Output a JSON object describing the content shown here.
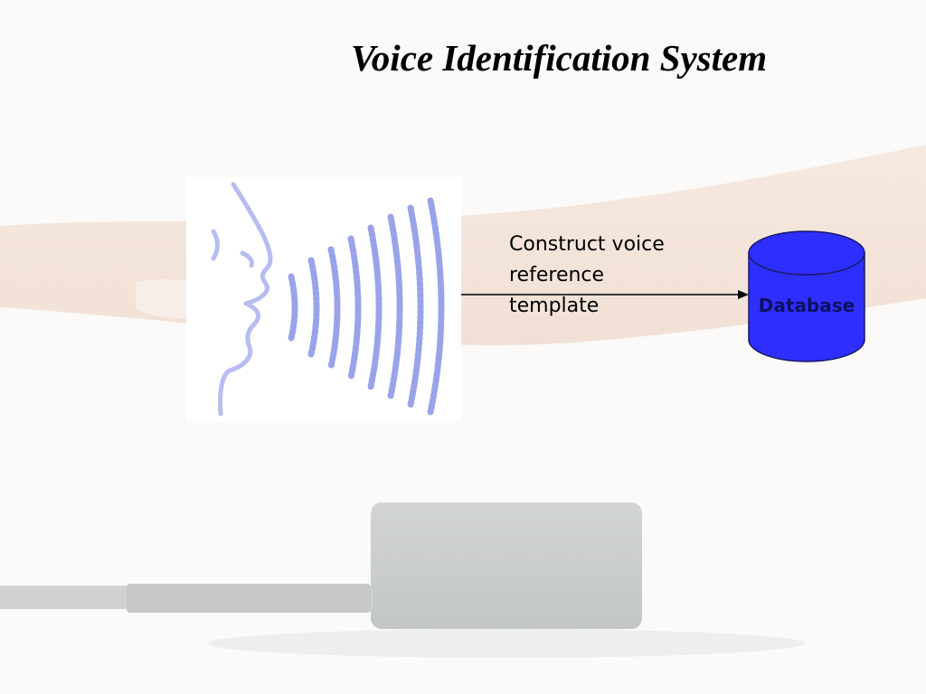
{
  "slide": {
    "title": "Voice Identification System"
  },
  "process_step": {
    "label_lines": [
      "Construct voice",
      "reference",
      "template"
    ]
  },
  "database": {
    "label": "Database",
    "fill_color": "#2e2eff",
    "stroke_color": "#1a1a66"
  },
  "icons": {
    "speaker": "speaking-head-with-sound-waves-icon",
    "reader": "usb-reader-device"
  }
}
